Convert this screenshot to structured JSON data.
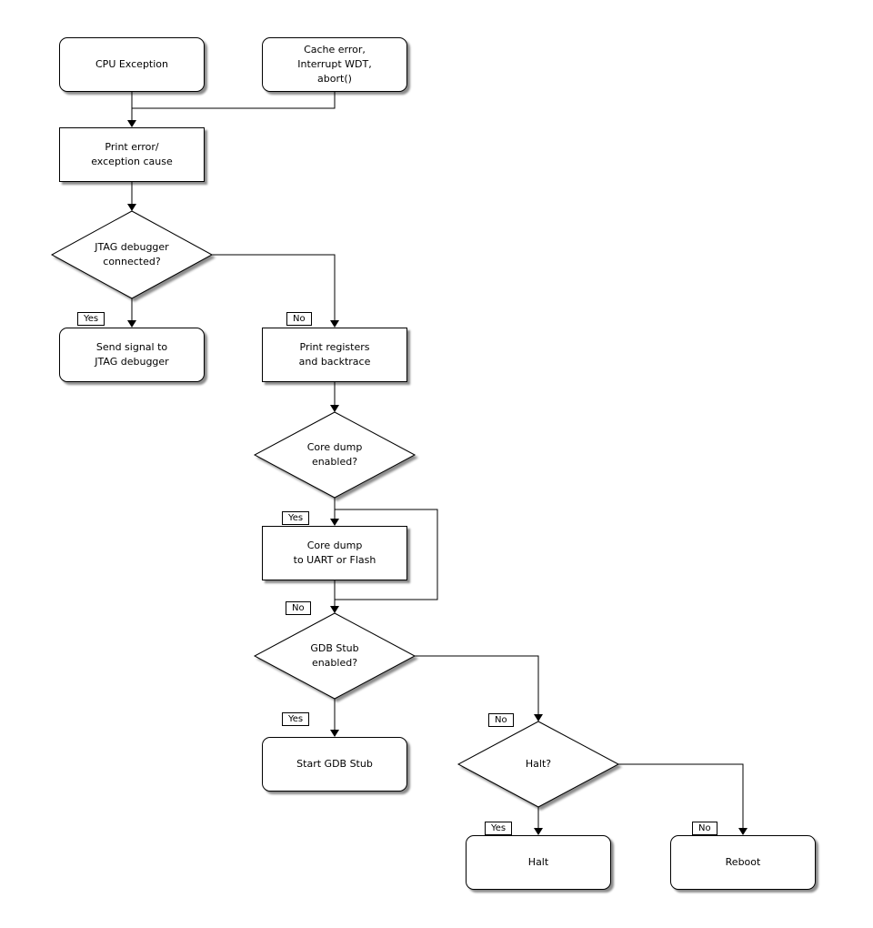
{
  "diagram": {
    "background_color": "#ffffff",
    "line_color": "#000000",
    "node_fill_color": "#ffffff",
    "shadow_color": "rgba(0,0,0,0.45)",
    "nodes": {
      "cpu_exception": "CPU Exception",
      "cache_error": "Cache error,\nInterrupt WDT,\nabort()",
      "print_error": "Print error/\nexception cause",
      "jtag_connected": "JTAG debugger\nconnected?",
      "send_signal": "Send signal to\nJTAG debugger",
      "print_registers": "Print registers\nand backtrace",
      "core_dump_enabled": "Core dump\nenabled?",
      "core_dump": "Core dump\nto UART or Flash",
      "gdb_stub_enabled": "GDB Stub\nenabled?",
      "start_gdb_stub": "Start GDB Stub",
      "halt_question": "Halt?",
      "halt": "Halt",
      "reboot": "Reboot"
    },
    "edge_labels": {
      "jtag_yes": "Yes",
      "jtag_no": "No",
      "core_dump_yes": "Yes",
      "core_dump_no": "No",
      "gdb_yes": "Yes",
      "gdb_no": "No",
      "halt_yes": "Yes",
      "halt_no": "No"
    }
  }
}
